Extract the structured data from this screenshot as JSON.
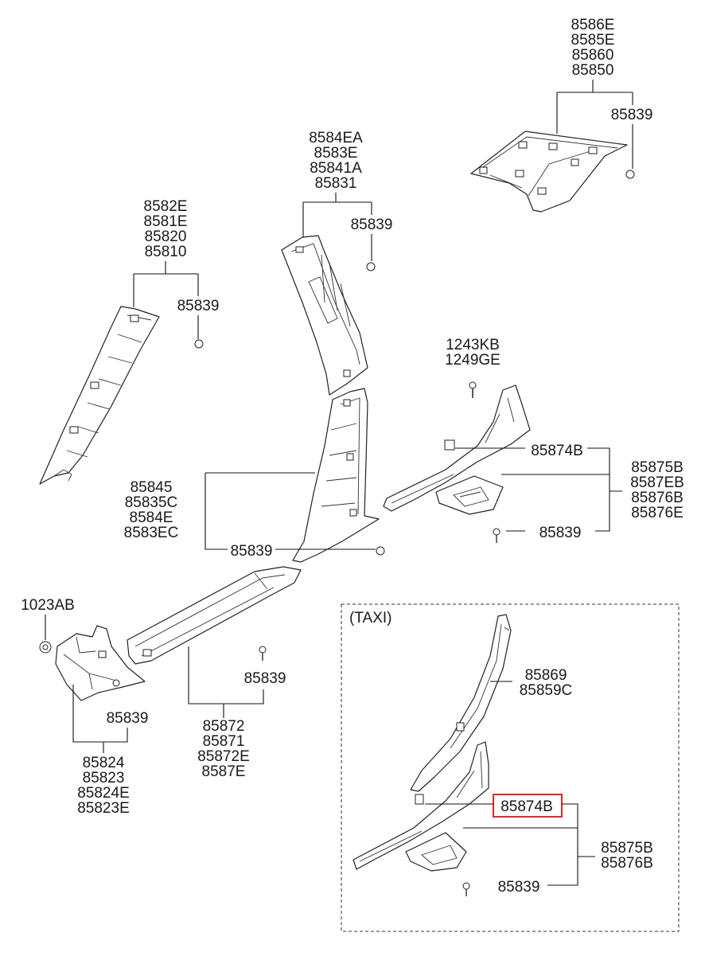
{
  "labels": {
    "roof_rear_trim": [
      "8586E",
      "8585E",
      "85860",
      "85850"
    ],
    "roof_rear_screw": "85839",
    "b_pillar_upper": [
      "8584EA",
      "8583E",
      "85841A",
      "85831"
    ],
    "b_pillar_upper_screw": "85839",
    "a_pillar": [
      "8582E",
      "8581E",
      "85820",
      "85810"
    ],
    "a_pillar_screw": "85839",
    "bolt": [
      "1243KB",
      "1249GE"
    ],
    "clip_right": "85874B",
    "rear_scuff": [
      "85875B",
      "8587EB",
      "85876B",
      "85876E"
    ],
    "rear_scuff_screw": "85839",
    "b_pillar_lower": [
      "85845",
      "85835C",
      "8584E",
      "8583EC"
    ],
    "b_pillar_lower_screw": "85839",
    "nut": "1023AB",
    "cowl_side_screw": "85839",
    "cowl_side": [
      "85824",
      "85823",
      "85824E",
      "85823E"
    ],
    "front_scuff_screw": "85839",
    "front_scuff": [
      "85872",
      "85871",
      "85872E",
      "8587E"
    ],
    "taxi_title": "(TAXI)",
    "taxi_pillar": [
      "85869",
      "85859C"
    ],
    "taxi_clip": "85874B",
    "taxi_scuff": [
      "85875B",
      "85876B"
    ],
    "taxi_screw": "85839"
  },
  "colors": {
    "highlight": "#e3242b",
    "line": "#111111"
  }
}
